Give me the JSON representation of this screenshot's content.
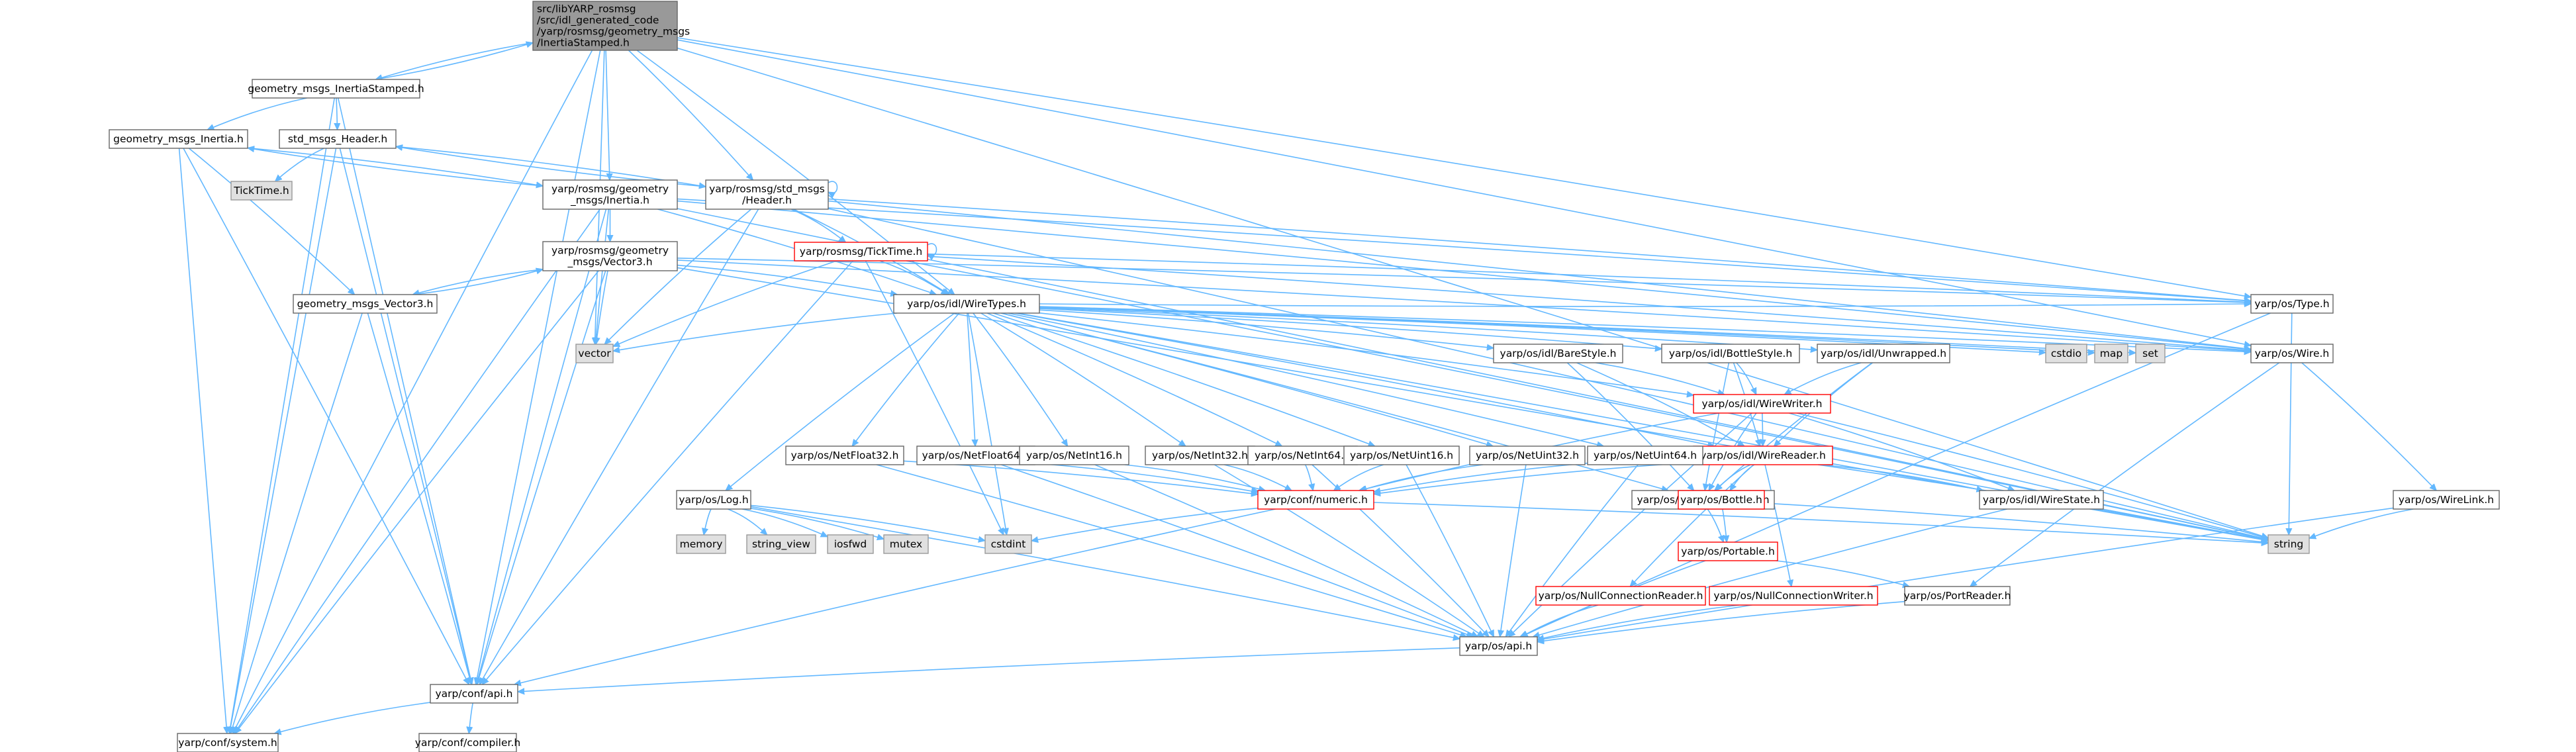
{
  "colors": {
    "edge": "#63b8ff",
    "node_border": "#666666",
    "node_fill": "#ffffff",
    "selected_fill": "#999999",
    "selected_border": "#666666",
    "system_fill": "#e0e0e0",
    "system_border": "#999999",
    "truncated_border": "#ff0000"
  },
  "nodes": [
    {
      "id": "root",
      "kind": "selected",
      "lines": [
        "src/libYARP_rosmsg",
        "/src/idl_generated_code",
        "/yarp/rosmsg/geometry_msgs",
        "/InertiaStamped.h"
      ]
    },
    {
      "id": "gm_inertiastamped",
      "kind": "normal",
      "lines": [
        "geometry_msgs_InertiaStamped.h"
      ]
    },
    {
      "id": "gm_inertia",
      "kind": "normal",
      "lines": [
        "geometry_msgs_Inertia.h"
      ]
    },
    {
      "id": "std_header",
      "kind": "normal",
      "lines": [
        "std_msgs_Header.h"
      ]
    },
    {
      "id": "ticktime",
      "kind": "system",
      "lines": [
        "TickTime.h"
      ]
    },
    {
      "id": "y_geom_inertia",
      "kind": "normal",
      "lines": [
        "yarp/rosmsg/geometry",
        "_msgs/Inertia.h"
      ]
    },
    {
      "id": "y_std_header",
      "kind": "normal",
      "lines": [
        "yarp/rosmsg/std_msgs",
        "/Header.h"
      ]
    },
    {
      "id": "y_ticktime",
      "kind": "truncated",
      "lines": [
        "yarp/rosmsg/TickTime.h"
      ]
    },
    {
      "id": "y_geom_vector3",
      "kind": "normal",
      "lines": [
        "yarp/rosmsg/geometry",
        "_msgs/Vector3.h"
      ]
    },
    {
      "id": "gm_vector3",
      "kind": "normal",
      "lines": [
        "geometry_msgs_Vector3.h"
      ]
    },
    {
      "id": "vector",
      "kind": "system",
      "lines": [
        "vector"
      ]
    },
    {
      "id": "wiretypes",
      "kind": "normal",
      "lines": [
        "yarp/os/idl/WireTypes.h"
      ]
    },
    {
      "id": "os_type",
      "kind": "normal",
      "lines": [
        "yarp/os/Type.h"
      ]
    },
    {
      "id": "cstdio",
      "kind": "system",
      "lines": [
        "cstdio"
      ]
    },
    {
      "id": "map",
      "kind": "system",
      "lines": [
        "map"
      ]
    },
    {
      "id": "set",
      "kind": "system",
      "lines": [
        "set"
      ]
    },
    {
      "id": "os_wire",
      "kind": "normal",
      "lines": [
        "yarp/os/Wire.h"
      ]
    },
    {
      "id": "barestyle",
      "kind": "normal",
      "lines": [
        "yarp/os/idl/BareStyle.h"
      ]
    },
    {
      "id": "bottlestyle",
      "kind": "normal",
      "lines": [
        "yarp/os/idl/BottleStyle.h"
      ]
    },
    {
      "id": "unwrapped",
      "kind": "normal",
      "lines": [
        "yarp/os/idl/Unwrapped.h"
      ]
    },
    {
      "id": "wirewriter",
      "kind": "truncated",
      "lines": [
        "yarp/os/idl/WireWriter.h"
      ]
    },
    {
      "id": "wirereader",
      "kind": "truncated",
      "lines": [
        "yarp/os/idl/WireReader.h"
      ]
    },
    {
      "id": "netfloat32",
      "kind": "normal",
      "lines": [
        "yarp/os/NetFloat32.h"
      ]
    },
    {
      "id": "netfloat64",
      "kind": "normal",
      "lines": [
        "yarp/os/NetFloat64.h"
      ]
    },
    {
      "id": "netint16",
      "kind": "normal",
      "lines": [
        "yarp/os/NetInt16.h"
      ]
    },
    {
      "id": "netint32",
      "kind": "normal",
      "lines": [
        "yarp/os/NetInt32.h"
      ]
    },
    {
      "id": "netint64",
      "kind": "normal",
      "lines": [
        "yarp/os/NetInt64.h"
      ]
    },
    {
      "id": "netuint16",
      "kind": "normal",
      "lines": [
        "yarp/os/NetUint16.h"
      ]
    },
    {
      "id": "netuint32",
      "kind": "normal",
      "lines": [
        "yarp/os/NetUint32.h"
      ]
    },
    {
      "id": "netuint64",
      "kind": "normal",
      "lines": [
        "yarp/os/NetUint64.h"
      ]
    },
    {
      "id": "conf_numeric",
      "kind": "truncated",
      "lines": [
        "yarp/conf/numeric.h"
      ]
    },
    {
      "id": "wireportable",
      "kind": "normal",
      "lines": [
        "yarp/os/idl/WirePortable.h"
      ]
    },
    {
      "id": "os_bottle",
      "kind": "truncated",
      "lines": [
        "yarp/os/Bottle.h"
      ]
    },
    {
      "id": "wirestate",
      "kind": "normal",
      "lines": [
        "yarp/os/idl/WireState.h"
      ]
    },
    {
      "id": "os_wirelink",
      "kind": "normal",
      "lines": [
        "yarp/os/WireLink.h"
      ]
    },
    {
      "id": "string",
      "kind": "system",
      "lines": [
        "string"
      ]
    },
    {
      "id": "os_log",
      "kind": "normal",
      "lines": [
        "yarp/os/Log.h"
      ]
    },
    {
      "id": "memory",
      "kind": "system",
      "lines": [
        "memory"
      ]
    },
    {
      "id": "string_view",
      "kind": "system",
      "lines": [
        "string_view"
      ]
    },
    {
      "id": "iosfwd",
      "kind": "system",
      "lines": [
        "iosfwd"
      ]
    },
    {
      "id": "mutex",
      "kind": "system",
      "lines": [
        "mutex"
      ]
    },
    {
      "id": "cstdint",
      "kind": "system",
      "lines": [
        "cstdint"
      ]
    },
    {
      "id": "os_portable",
      "kind": "truncated",
      "lines": [
        "yarp/os/Portable.h"
      ]
    },
    {
      "id": "null_conn_reader",
      "kind": "truncated",
      "lines": [
        "yarp/os/NullConnectionReader.h"
      ]
    },
    {
      "id": "null_conn_writer",
      "kind": "truncated",
      "lines": [
        "yarp/os/NullConnectionWriter.h"
      ]
    },
    {
      "id": "portreader",
      "kind": "normal",
      "lines": [
        "yarp/os/PortReader.h"
      ]
    },
    {
      "id": "os_api",
      "kind": "normal",
      "lines": [
        "yarp/os/api.h"
      ]
    },
    {
      "id": "conf_api",
      "kind": "normal",
      "lines": [
        "yarp/conf/api.h"
      ]
    },
    {
      "id": "conf_system",
      "kind": "normal",
      "lines": [
        "yarp/conf/system.h"
      ]
    },
    {
      "id": "conf_compiler",
      "kind": "normal",
      "lines": [
        "yarp/conf/compiler.h"
      ]
    }
  ],
  "edges": [
    [
      "root",
      "gm_inertiastamped"
    ],
    [
      "root",
      "y_geom_inertia"
    ],
    [
      "root",
      "y_std_header"
    ],
    [
      "root",
      "vector"
    ],
    [
      "root",
      "wiretypes"
    ],
    [
      "root",
      "os_type"
    ],
    [
      "root",
      "os_wire"
    ],
    [
      "root",
      "string"
    ],
    [
      "root",
      "conf_api"
    ],
    [
      "root",
      "conf_system"
    ],
    [
      "gm_inertiastamped",
      "gm_inertia"
    ],
    [
      "gm_inertiastamped",
      "std_header"
    ],
    [
      "gm_inertiastamped",
      "conf_system"
    ],
    [
      "gm_inertiastamped",
      "conf_api"
    ],
    [
      "gm_inertiastamped",
      "root"
    ],
    [
      "gm_inertia",
      "y_geom_inertia"
    ],
    [
      "gm_inertia",
      "gm_vector3"
    ],
    [
      "gm_inertia",
      "conf_api"
    ],
    [
      "gm_inertia",
      "conf_system"
    ],
    [
      "std_header",
      "ticktime"
    ],
    [
      "std_header",
      "y_std_header"
    ],
    [
      "std_header",
      "conf_api"
    ],
    [
      "std_header",
      "conf_system"
    ],
    [
      "y_geom_inertia",
      "y_geom_vector3"
    ],
    [
      "y_geom_inertia",
      "vector"
    ],
    [
      "y_geom_inertia",
      "wiretypes"
    ],
    [
      "y_geom_inertia",
      "os_type"
    ],
    [
      "y_geom_inertia",
      "os_wire"
    ],
    [
      "y_geom_inertia",
      "string"
    ],
    [
      "y_geom_inertia",
      "conf_api"
    ],
    [
      "y_geom_inertia",
      "conf_system"
    ],
    [
      "y_geom_inertia",
      "gm_inertia"
    ],
    [
      "y_std_header",
      "y_ticktime"
    ],
    [
      "y_std_header",
      "vector"
    ],
    [
      "y_std_header",
      "wiretypes"
    ],
    [
      "y_std_header",
      "os_type"
    ],
    [
      "y_std_header",
      "os_wire"
    ],
    [
      "y_std_header",
      "string"
    ],
    [
      "y_std_header",
      "conf_api"
    ],
    [
      "y_std_header",
      "std_header"
    ],
    [
      "y_std_header",
      "y_std_header"
    ],
    [
      "y_ticktime",
      "vector"
    ],
    [
      "y_ticktime",
      "wiretypes"
    ],
    [
      "y_ticktime",
      "os_type"
    ],
    [
      "y_ticktime",
      "os_wire"
    ],
    [
      "y_ticktime",
      "string"
    ],
    [
      "y_ticktime",
      "conf_api"
    ],
    [
      "y_ticktime",
      "cstdint"
    ],
    [
      "y_ticktime",
      "y_ticktime"
    ],
    [
      "y_geom_vector3",
      "vector"
    ],
    [
      "y_geom_vector3",
      "wiretypes"
    ],
    [
      "y_geom_vector3",
      "os_type"
    ],
    [
      "y_geom_vector3",
      "os_wire"
    ],
    [
      "y_geom_vector3",
      "string"
    ],
    [
      "y_geom_vector3",
      "conf_api"
    ],
    [
      "y_geom_vector3",
      "conf_system"
    ],
    [
      "y_geom_vector3",
      "gm_vector3"
    ],
    [
      "gm_vector3",
      "y_geom_vector3"
    ],
    [
      "gm_vector3",
      "conf_api"
    ],
    [
      "gm_vector3",
      "conf_system"
    ],
    [
      "wiretypes",
      "vector"
    ],
    [
      "wiretypes",
      "cstdio"
    ],
    [
      "wiretypes",
      "map"
    ],
    [
      "wiretypes",
      "set"
    ],
    [
      "wiretypes",
      "os_wire"
    ],
    [
      "wiretypes",
      "barestyle"
    ],
    [
      "wiretypes",
      "bottlestyle"
    ],
    [
      "wiretypes",
      "unwrapped"
    ],
    [
      "wiretypes",
      "wirewriter"
    ],
    [
      "wiretypes",
      "wirereader"
    ],
    [
      "wiretypes",
      "netfloat32"
    ],
    [
      "wiretypes",
      "netfloat64"
    ],
    [
      "wiretypes",
      "netint16"
    ],
    [
      "wiretypes",
      "netint32"
    ],
    [
      "wiretypes",
      "netint64"
    ],
    [
      "wiretypes",
      "netuint16"
    ],
    [
      "wiretypes",
      "netuint32"
    ],
    [
      "wiretypes",
      "netuint64"
    ],
    [
      "wiretypes",
      "os_log"
    ],
    [
      "wiretypes",
      "string"
    ],
    [
      "wiretypes",
      "cstdint"
    ],
    [
      "wiretypes",
      "wireportable"
    ],
    [
      "wiretypes",
      "os_type"
    ],
    [
      "os_type",
      "os_api"
    ],
    [
      "os_type",
      "string"
    ],
    [
      "os_wire",
      "os_wirelink"
    ],
    [
      "os_wire",
      "portreader"
    ],
    [
      "os_wirelink",
      "os_api"
    ],
    [
      "os_wirelink",
      "string"
    ],
    [
      "barestyle",
      "wirewriter"
    ],
    [
      "barestyle",
      "wirereader"
    ],
    [
      "barestyle",
      "wireportable"
    ],
    [
      "bottlestyle",
      "wirewriter"
    ],
    [
      "bottlestyle",
      "wirereader"
    ],
    [
      "bottlestyle",
      "wireportable"
    ],
    [
      "unwrapped",
      "wirewriter"
    ],
    [
      "unwrapped",
      "wirereader"
    ],
    [
      "unwrapped",
      "wireportable"
    ],
    [
      "wirewriter",
      "wirereader"
    ],
    [
      "wirewriter",
      "wireportable"
    ],
    [
      "wirewriter",
      "conf_numeric"
    ],
    [
      "wirewriter",
      "wirestate"
    ],
    [
      "wirewriter",
      "string"
    ],
    [
      "wirewriter",
      "os_api"
    ],
    [
      "wirereader",
      "wireportable"
    ],
    [
      "wirereader",
      "os_bottle"
    ],
    [
      "wirereader",
      "wirestate"
    ],
    [
      "wirereader",
      "null_conn_reader"
    ],
    [
      "wirereader",
      "null_conn_writer"
    ],
    [
      "wirereader",
      "conf_numeric"
    ],
    [
      "wirereader",
      "string"
    ],
    [
      "wireportable",
      "os_portable"
    ],
    [
      "os_bottle",
      "os_portable"
    ],
    [
      "os_bottle",
      "string"
    ],
    [
      "os_portable",
      "portreader"
    ],
    [
      "os_portable",
      "os_api"
    ],
    [
      "portreader",
      "os_api"
    ],
    [
      "wirestate",
      "os_api"
    ],
    [
      "null_conn_reader",
      "os_api"
    ],
    [
      "null_conn_writer",
      "os_api"
    ],
    [
      "netfloat32",
      "conf_numeric"
    ],
    [
      "netfloat32",
      "os_api"
    ],
    [
      "netfloat64",
      "conf_numeric"
    ],
    [
      "netfloat64",
      "os_api"
    ],
    [
      "netint16",
      "conf_numeric"
    ],
    [
      "netint16",
      "os_api"
    ],
    [
      "netint32",
      "conf_numeric"
    ],
    [
      "netint32",
      "os_api"
    ],
    [
      "netint64",
      "conf_numeric"
    ],
    [
      "netint64",
      "os_api"
    ],
    [
      "netuint16",
      "conf_numeric"
    ],
    [
      "netuint16",
      "os_api"
    ],
    [
      "netuint32",
      "conf_numeric"
    ],
    [
      "netuint32",
      "os_api"
    ],
    [
      "netuint64",
      "conf_numeric"
    ],
    [
      "netuint64",
      "os_api"
    ],
    [
      "conf_numeric",
      "cstdint"
    ],
    [
      "conf_numeric",
      "string"
    ],
    [
      "conf_numeric",
      "conf_api"
    ],
    [
      "os_log",
      "memory"
    ],
    [
      "os_log",
      "string_view"
    ],
    [
      "os_log",
      "iosfwd"
    ],
    [
      "os_log",
      "mutex"
    ],
    [
      "os_log",
      "cstdint"
    ],
    [
      "os_log",
      "os_api"
    ],
    [
      "os_api",
      "conf_api"
    ],
    [
      "conf_api",
      "conf_system"
    ],
    [
      "conf_api",
      "conf_compiler"
    ]
  ]
}
